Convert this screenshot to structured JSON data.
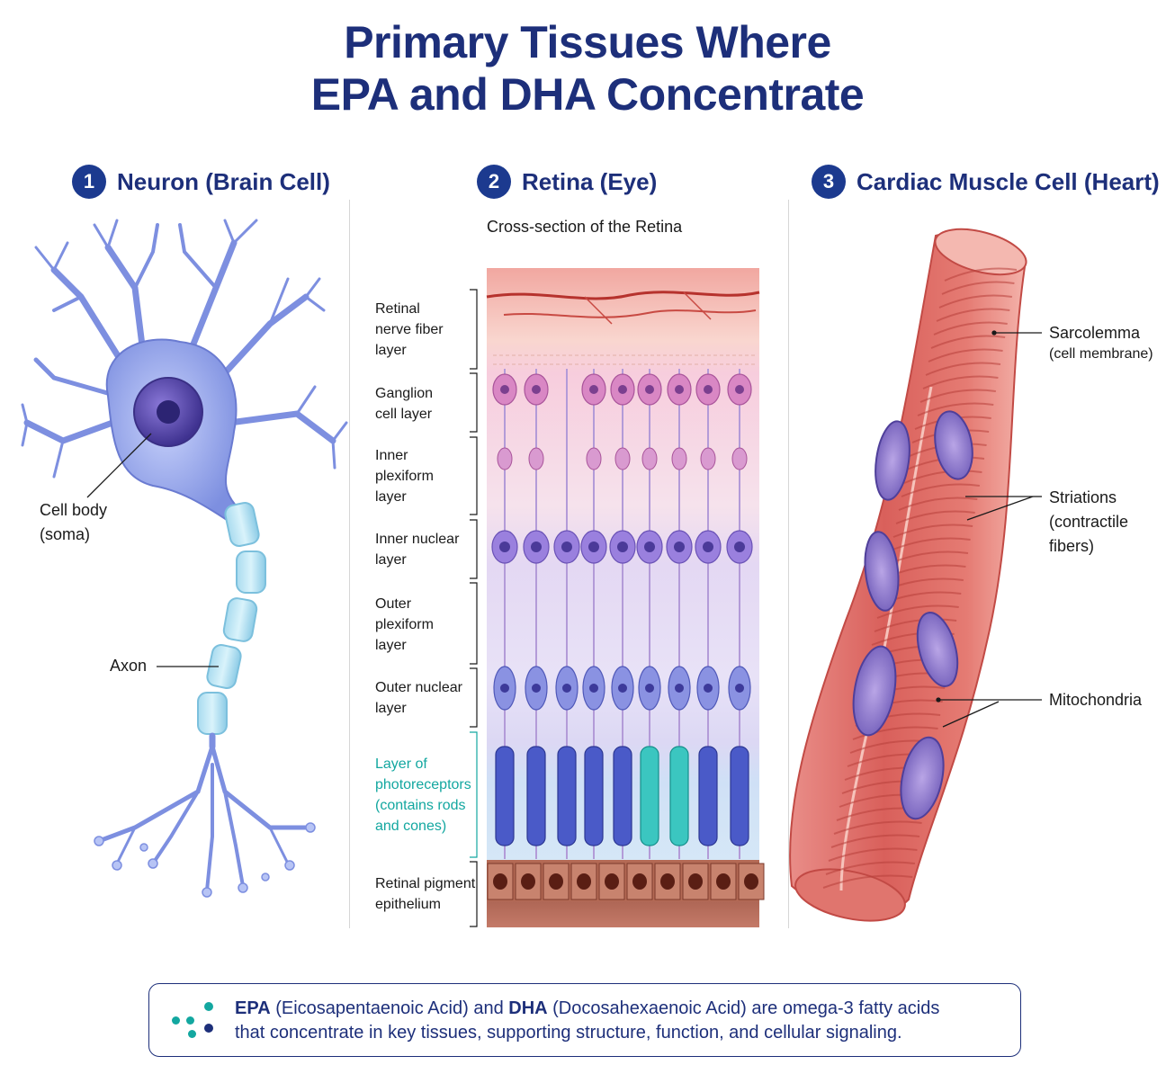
{
  "title": {
    "line1": "Primary Tissues Where",
    "line2": "EPA and DHA Concentrate"
  },
  "sections": [
    {
      "number": "1",
      "title": "Neuron (Brain Cell)"
    },
    {
      "number": "2",
      "title": "Retina (Eye)"
    },
    {
      "number": "3",
      "title": "Cardiac Muscle Cell (Heart)"
    }
  ],
  "neuron": {
    "labels": {
      "cell_body_1": "Cell body",
      "cell_body_2": "(soma)",
      "axon": "Axon"
    }
  },
  "retina": {
    "subtitle": "Cross-section of the Retina",
    "layers": [
      {
        "lines": [
          "Retinal",
          "nerve fiber",
          "layer"
        ]
      },
      {
        "lines": [
          "Ganglion",
          "cell layer"
        ]
      },
      {
        "lines": [
          "Inner",
          "plexiform",
          "layer"
        ]
      },
      {
        "lines": [
          "Inner nuclear",
          "layer"
        ]
      },
      {
        "lines": [
          "Outer",
          "plexiform",
          "layer"
        ]
      },
      {
        "lines": [
          "Outer nuclear",
          "layer"
        ]
      },
      {
        "lines": [
          "Layer of",
          "photoreceptors",
          "(contains rods",
          "and cones)"
        ]
      },
      {
        "lines": [
          "Retinal pigment",
          "epithelium"
        ]
      }
    ]
  },
  "cardiac": {
    "labels": {
      "sarcolemma": "Sarcolemma",
      "sarcolemma_sub": "(cell membrane)",
      "striations_1": "Striations",
      "striations_2": "(contractile",
      "striations_3": "fibers)",
      "mitochondria": "Mitochondria"
    }
  },
  "footer": {
    "epa": "EPA",
    "epa_full": " (Eicosapentaenoic Acid) and ",
    "dha": "DHA",
    "dha_full": " (Docosahexaenoic Acid) are omega-3 fatty acids",
    "line2": "that concentrate in key tissues, supporting structure, function, and cellular signaling."
  },
  "colors": {
    "navy": "#1d2f7a",
    "teal": "#13a7a0",
    "neuron_blue": "#7d8fe0",
    "muscle_red": "#d9534f"
  }
}
